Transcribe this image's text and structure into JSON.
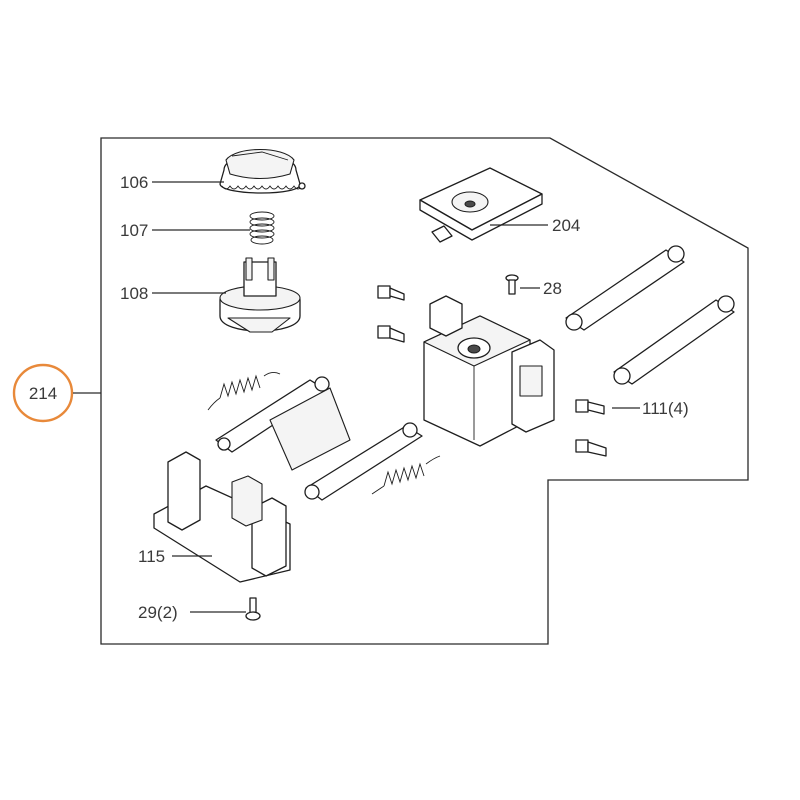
{
  "assembly": {
    "number": "214",
    "highlight_color": "#E8893A"
  },
  "parts": [
    {
      "id": "p106",
      "label": "106"
    },
    {
      "id": "p107",
      "label": "107"
    },
    {
      "id": "p108",
      "label": "108"
    },
    {
      "id": "p204",
      "label": "204"
    },
    {
      "id": "p28",
      "label": "28"
    },
    {
      "id": "p111",
      "label": "111(4)"
    },
    {
      "id": "p115",
      "label": "115"
    },
    {
      "id": "p29",
      "label": "29(2)"
    }
  ]
}
